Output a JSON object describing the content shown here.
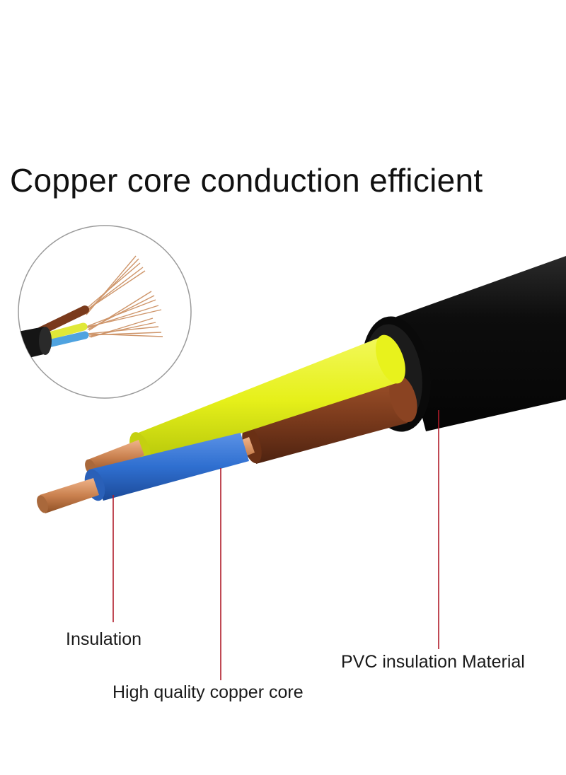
{
  "headline": "Copper core conduction efficient",
  "callouts": {
    "insulation": "Insulation",
    "copper_core": "High quality copper core",
    "pvc": "PVC insulation Material"
  },
  "colors": {
    "sheath": "#111111",
    "yellow_wire": "#e8f21c",
    "brown_wire": "#7a3a1c",
    "blue_wire": "#2f6fd0",
    "copper": "#c9804e",
    "leader_line": "#b01c2a"
  }
}
